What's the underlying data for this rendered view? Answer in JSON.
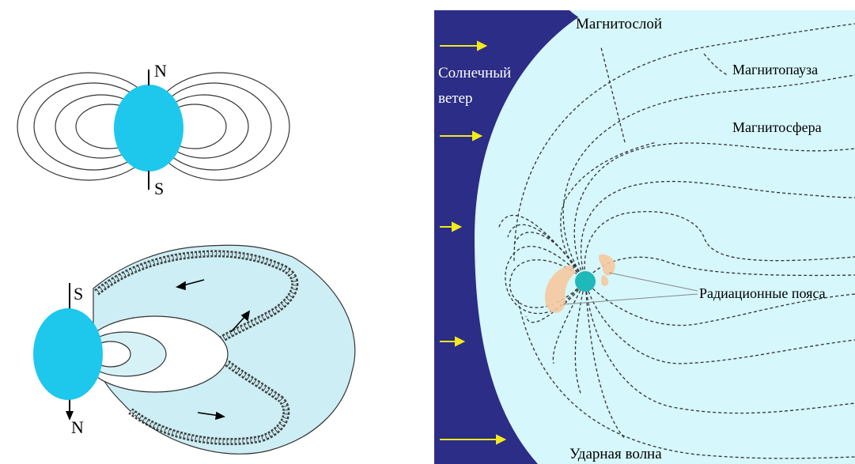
{
  "top_dipole": {
    "pole_north": "N",
    "pole_south": "S"
  },
  "bottom_dipole": {
    "pole_south": "S",
    "pole_north": "N"
  },
  "magnetosphere": {
    "solar_wind_line1": "Солнечный",
    "solar_wind_line2": "ветер",
    "magnetosheath": "Магнитослой",
    "magnetopause": "Магнитопауза",
    "magnetosphere": "Магнитосфера",
    "radiation_belts": "Радиационные пояса",
    "bow_shock": "Ударная волна"
  },
  "colors": {
    "planet": "#1ec8ec",
    "solar_wind_bg": "#2b2d86",
    "sheath_bg": "#d6f7fb",
    "arrow": "#f2ea1a",
    "belts": "#f6c9a0",
    "earth": "#1fb9b9"
  }
}
